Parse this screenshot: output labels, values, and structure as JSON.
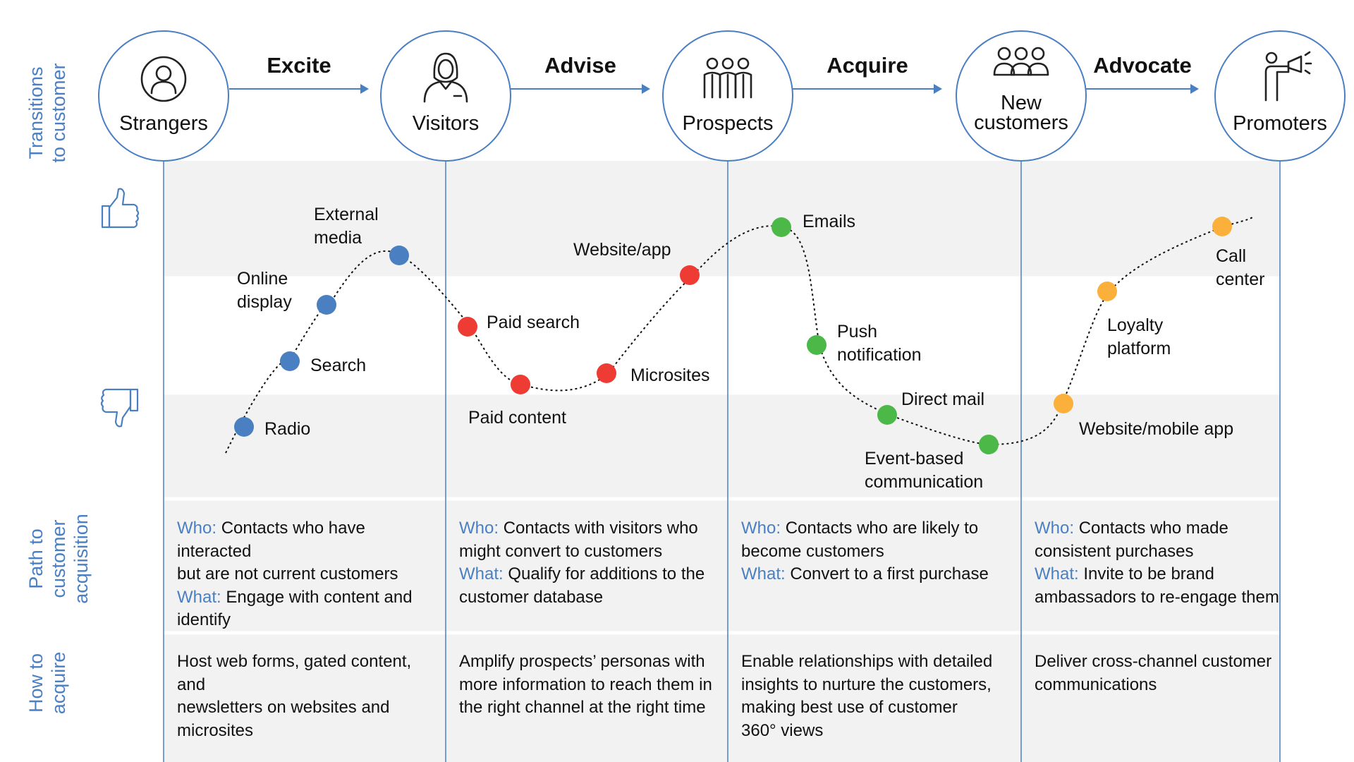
{
  "side_labels": {
    "transitions": [
      "Transitions",
      "to customer"
    ],
    "path": [
      "Path to",
      "customer",
      "acquisition"
    ],
    "how": [
      "How to",
      "acquire"
    ]
  },
  "stages": [
    {
      "id": "strangers",
      "label": [
        "Strangers"
      ],
      "icon": "person-icon"
    },
    {
      "id": "visitors",
      "label": [
        "Visitors"
      ],
      "icon": "woman-icon"
    },
    {
      "id": "prospects",
      "label": [
        "Prospects"
      ],
      "icon": "group-icon"
    },
    {
      "id": "new-customers",
      "label": [
        "New",
        "customers"
      ],
      "icon": "team-icon"
    },
    {
      "id": "promoters",
      "label": [
        "Promoters"
      ],
      "icon": "megaphone-person-icon"
    }
  ],
  "transitions": [
    "Excite",
    "Advise",
    "Acquire",
    "Advocate"
  ],
  "sentiment_icons": {
    "positive": "thumbs-up-icon",
    "negative": "thumbs-down-icon"
  },
  "colors": {
    "blue": "#4a7fc1",
    "red": "#ee3b33",
    "green": "#4cb848",
    "orange": "#fbb03b",
    "band": "#f2f2f2"
  },
  "touchpoints": [
    {
      "label": [
        "Radio"
      ],
      "color": "blue"
    },
    {
      "label": [
        "Search"
      ],
      "color": "blue"
    },
    {
      "label": [
        "Online",
        "display"
      ],
      "color": "blue"
    },
    {
      "label": [
        "External",
        "media"
      ],
      "color": "blue"
    },
    {
      "label": [
        "Paid search"
      ],
      "color": "red"
    },
    {
      "label": [
        "Paid content"
      ],
      "color": "red"
    },
    {
      "label": [
        "Microsites"
      ],
      "color": "red"
    },
    {
      "label": [
        "Website/app"
      ],
      "color": "red"
    },
    {
      "label": [
        "Emails"
      ],
      "color": "green"
    },
    {
      "label": [
        "Push",
        "notification"
      ],
      "color": "green"
    },
    {
      "label": [
        "Direct mail"
      ],
      "color": "green"
    },
    {
      "label": [
        "Event-based",
        "communication"
      ],
      "color": "green"
    },
    {
      "label": [
        "Website/mobile app"
      ],
      "color": "orange"
    },
    {
      "label": [
        "Loyalty",
        "platform"
      ],
      "color": "orange"
    },
    {
      "label": [
        "Call",
        "center"
      ],
      "color": "orange"
    }
  ],
  "path_rows": [
    {
      "who_label": "Who:",
      "who": [
        "Contacts who have interacted",
        "but are not current customers"
      ],
      "what_label": "What:",
      "what": [
        "Engage with content and",
        "identify"
      ]
    },
    {
      "who_label": "Who:",
      "who": [
        "Contacts with visitors who",
        "might convert to customers"
      ],
      "what_label": "What:",
      "what": [
        "Qualify for additions to the",
        "customer database"
      ]
    },
    {
      "who_label": "Who:",
      "who": [
        "Contacts who are likely to",
        "become customers"
      ],
      "what_label": "What:",
      "what": [
        "Convert to a first purchase"
      ]
    },
    {
      "who_label": "Who:",
      "who": [
        "Contacts who made",
        "consistent purchases"
      ],
      "what_label": "What:",
      "what": [
        "Invite to be brand",
        "ambassadors to re-engage them"
      ]
    }
  ],
  "how_rows": [
    [
      "Host web forms, gated content, and",
      "newsletters on websites and",
      "microsites"
    ],
    [
      "Amplify prospects’ personas with",
      "more information to reach them in",
      "the right channel at the right time"
    ],
    [
      "Enable relationships with detailed",
      "insights to nurture the customers,",
      "making best use of customer",
      "360° views"
    ],
    [
      "Deliver cross-channel customer",
      "communications"
    ]
  ]
}
